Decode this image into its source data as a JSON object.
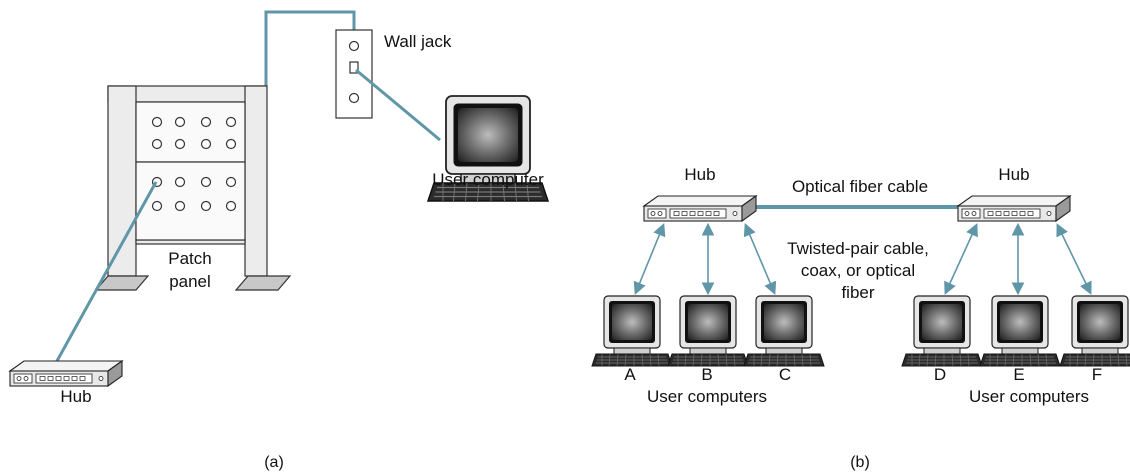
{
  "figure": {
    "panel_a": {
      "caption": "(a)",
      "wall_jack_label": "Wall jack",
      "user_computer_label": "User computer",
      "patch_panel_label_line1": "Patch",
      "patch_panel_label_line2": "panel",
      "hub_label": "Hub"
    },
    "panel_b": {
      "caption": "(b)",
      "left_hub_label": "Hub",
      "right_hub_label": "Hub",
      "backbone_label": "Optical fiber cable",
      "link_label_line1": "Twisted-pair cable,",
      "link_label_line2": "coax, or optical",
      "link_label_line3": "fiber",
      "computers": [
        "A",
        "B",
        "C",
        "D",
        "E",
        "F"
      ],
      "left_group_label": "User computers",
      "right_group_label": "User computers"
    }
  },
  "colors": {
    "cable": "#5f96a8",
    "frame": "#333333",
    "device_fill": "#e8e8e8"
  }
}
